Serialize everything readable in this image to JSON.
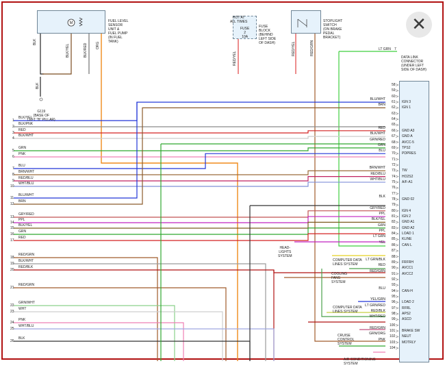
{
  "components": {
    "fuel_sensor": [
      "FUEL LEVEL",
      "SENSOR",
      "UNIT &",
      "FUEL PUMP",
      "(IN FUEL",
      "TANK)"
    ],
    "fuse": {
      "hot": [
        "HOT AT",
        "ALL TIMES"
      ],
      "inner": [
        "FUSE",
        "2",
        "10A"
      ],
      "desc": [
        "FUSE",
        "BLOCK",
        "(BEHIND",
        "LEFT SIDE",
        "OF DASH)"
      ]
    },
    "stoplight": [
      "STOPLIGHT",
      "SWITCH",
      "(ON BRAKE",
      "PEDAL",
      "BRACKET)"
    ],
    "dlc": [
      "DATA LINK",
      "CONNECTOR",
      "(UNDER LEFT",
      "SIDE OF DASH)"
    ],
    "ground": [
      "G119",
      "(BASE OF",
      "LEFT \"B\" PILLAR)"
    ],
    "headlights": [
      "HEAD-",
      "LIGHTS",
      "SYSTEM"
    ],
    "computer_data_1": [
      "COMPUTER DATA",
      "LINES SYSTEM"
    ],
    "cooling_fans": [
      "COOLING",
      "FANS",
      "SYSTEM"
    ],
    "computer_data_2": [
      "COMPUTER DATA",
      "LINES SYSTEM"
    ],
    "cruise": [
      "CRUISE",
      "CONTROL",
      "SYSTEM"
    ],
    "air_conditioning": [
      "AIR CONDITIONING",
      "SYSTEM"
    ]
  },
  "top_wire_labels": {
    "fuel": [
      "BLK",
      "BLK/YEL",
      "BLK/RED",
      "ORG"
    ],
    "ground_wire": "BLK",
    "fuse_out": "RED/YEL",
    "stop_in": "RED/YEL",
    "stop_out": "RED/GRN",
    "dlc_wire": "LT GRN",
    "dlc_pin": "7"
  },
  "left_rows": [
    {
      "num": "1",
      "wire": "BLK/YEL",
      "color": "#7a4a1e"
    },
    {
      "num": "2",
      "wire": "BLK/PNK",
      "color": "#8a8a8a"
    },
    {
      "num": "3",
      "wire": "RED",
      "color": "#d42020"
    },
    {
      "num": "4",
      "wire": "BLK/WHT",
      "color": "#d6d6d6"
    },
    {
      "num": "5",
      "wire": "GRN",
      "color": "#2fa82f"
    },
    {
      "num": "6",
      "wire": "PNK",
      "color": "#ef7fb4"
    },
    {
      "num": "7",
      "wire": "BLU",
      "color": "#2035d8"
    },
    {
      "num": "8",
      "wire": "BRN/WHT",
      "color": "#9a6a3a"
    },
    {
      "num": "9",
      "wire": "RED/BLU",
      "color": "#c02060"
    },
    {
      "num": "10",
      "wire": "WHT/BLU",
      "color": "#7f8fd8"
    },
    {
      "num": "11",
      "wire": "BLU/WHT",
      "color": "#2035d8"
    },
    {
      "num": "12",
      "wire": "BRN",
      "color": "#8b5a2b"
    },
    {
      "num": "13",
      "wire": "GRY/RED",
      "color": "#c05050"
    },
    {
      "num": "14",
      "wire": "PPL",
      "color": "#c020c0"
    },
    {
      "num": "15",
      "wire": "BLK/YEL",
      "color": "#7a5a1e"
    },
    {
      "num": "16",
      "wire": "GRN",
      "color": "#2fa82f"
    },
    {
      "num": "17",
      "wire": "RED",
      "color": "#d42020"
    },
    {
      "num": "18",
      "wire": "RED/GRN",
      "color": "#a05a2a"
    },
    {
      "num": "19",
      "wire": "BLK/WHT",
      "color": "#9a9a9a"
    },
    {
      "num": "20",
      "wire": "RED/BLK",
      "color": "#b01010"
    },
    {
      "num": "21",
      "wire": "RED/GRN",
      "color": "#a05a2a"
    },
    {
      "num": "22",
      "wire": "GRN/WHT",
      "color": "#8ad08a"
    },
    {
      "num": "23",
      "wire": "WHT",
      "color": "#d0d0d0"
    },
    {
      "num": "24",
      "wire": "PNK",
      "color": "#ef7fb4"
    },
    {
      "num": "25",
      "wire": "WHT/BLU",
      "color": "#9fa8e0"
    },
    {
      "num": "26",
      "wire": "BLK",
      "color": "#333333"
    }
  ],
  "right_rows": [
    {
      "pin": "58",
      "wire": "",
      "label": ""
    },
    {
      "pin": "59",
      "wire": "",
      "label": ""
    },
    {
      "pin": "60",
      "wire": "",
      "label": ""
    },
    {
      "pin": "61",
      "wire": "BLU/WHT",
      "label": "IGN 3"
    },
    {
      "pin": "62",
      "wire": "BRN",
      "label": "IGN 1"
    },
    {
      "pin": "63",
      "wire": "",
      "label": ""
    },
    {
      "pin": "64",
      "wire": "",
      "label": ""
    },
    {
      "pin": "65",
      "wire": "",
      "label": ""
    },
    {
      "pin": "66",
      "wire": "RED",
      "label": "GND A3"
    },
    {
      "pin": "67",
      "wire": "BLK/WHT",
      "label": "GND A"
    },
    {
      "pin": "68",
      "wire": "GRN/RED",
      "label": "AVCC-5"
    },
    {
      "pin": "69",
      "wire": "GRN",
      "label": "TPS2"
    },
    {
      "pin": "70",
      "wire": "BLU",
      "label": "PDPRES"
    },
    {
      "pin": "71",
      "wire": "",
      "label": ""
    },
    {
      "pin": "72",
      "wire": "",
      "label": ""
    },
    {
      "pin": "73",
      "wire": "BRN/WHT",
      "label": "TW"
    },
    {
      "pin": "74",
      "wire": "RED/BLU",
      "label": "HO2S2"
    },
    {
      "pin": "75",
      "wire": "WHT/BLU",
      "label": "A/F-A1"
    },
    {
      "pin": "76",
      "wire": "",
      "label": ""
    },
    {
      "pin": "77",
      "wire": "",
      "label": ""
    },
    {
      "pin": "78",
      "wire": "BLK",
      "label": "GND 02"
    },
    {
      "pin": "79",
      "wire": "",
      "label": ""
    },
    {
      "pin": "80",
      "wire": "GRY/RED",
      "label": "IGN 4"
    },
    {
      "pin": "81",
      "wire": "PPL",
      "label": "IGN 2"
    },
    {
      "pin": "82",
      "wire": "BLK/YEL",
      "label": "GND A1"
    },
    {
      "pin": "83",
      "wire": "GRN",
      "label": "GND A2"
    },
    {
      "pin": "84",
      "wire": "PPL",
      "label": "LOAD 1"
    },
    {
      "pin": "85",
      "wire": "LT GRN",
      "label": "KLINE"
    },
    {
      "pin": "86",
      "wire": "YEL",
      "label": "CAN L"
    },
    {
      "pin": "87",
      "wire": "",
      "label": ""
    },
    {
      "pin": "88",
      "wire": "",
      "label": ""
    },
    {
      "pin": "89",
      "wire": "LT GRN/BLK",
      "label": "FRFRH"
    },
    {
      "pin": "90",
      "wire": "RED",
      "label": "AVCC1"
    },
    {
      "pin": "91",
      "wire": "RED/GRN",
      "label": "AVCC2"
    },
    {
      "pin": "92",
      "wire": "",
      "label": ""
    },
    {
      "pin": "93",
      "wire": "",
      "label": ""
    },
    {
      "pin": "94",
      "wire": "BLU",
      "label": "CAN-H"
    },
    {
      "pin": "95",
      "wire": "",
      "label": ""
    },
    {
      "pin": "96",
      "wire": "YEL/GRN",
      "label": "LOAD 2"
    },
    {
      "pin": "97",
      "wire": "LT GRN/RED",
      "label": "RFRL"
    },
    {
      "pin": "98",
      "wire": "RED/BLK",
      "label": "APS2"
    },
    {
      "pin": "99",
      "wire": "WHT/RED",
      "label": "ASCD"
    },
    {
      "pin": "100",
      "wire": "",
      "label": ""
    },
    {
      "pin": "101",
      "wire": "RED/GRN",
      "label": "BRAKE SW"
    },
    {
      "pin": "102",
      "wire": "GRN/ORG",
      "label": "NEUT"
    },
    {
      "pin": "103",
      "wire": "PNK",
      "label": "MOTRLY"
    },
    {
      "pin": "104",
      "wire": "",
      "label": ""
    }
  ],
  "ui": {
    "close_icon": "close-icon"
  }
}
